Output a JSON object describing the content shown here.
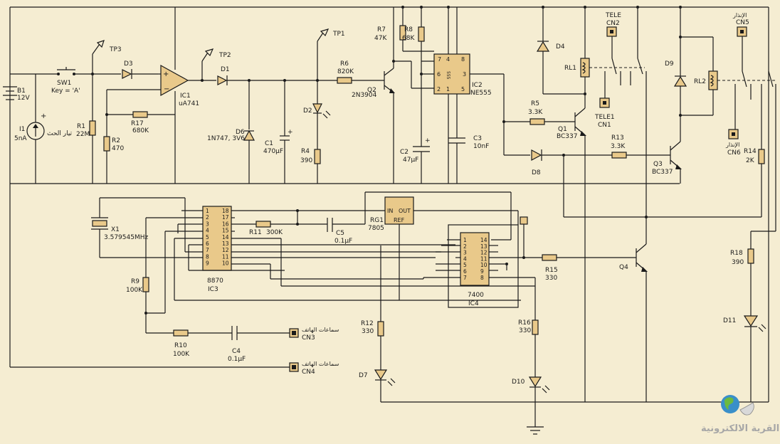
{
  "components": {
    "B1": {
      "ref": "B1",
      "value": "12V"
    },
    "I1": {
      "ref": "I1",
      "value": "5nA",
      "label": "تيار الحث"
    },
    "SW1": {
      "ref": "SW1",
      "value": "Key = 'A'"
    },
    "R1": {
      "ref": "R1",
      "value": "22M"
    },
    "R2": {
      "ref": "R2",
      "value": "470"
    },
    "R17": {
      "ref": "R17",
      "value": "680K"
    },
    "D3": {
      "ref": "D3"
    },
    "TP3": {
      "ref": "TP3"
    },
    "TP2": {
      "ref": "TP2"
    },
    "TP1": {
      "ref": "TP1"
    },
    "IC1": {
      "ref": "IC1",
      "value": "uA741"
    },
    "D1": {
      "ref": "D1"
    },
    "D6": {
      "ref": "D6",
      "value": "1N747, 3V6"
    },
    "C1": {
      "ref": "C1",
      "value": "470µF"
    },
    "D2": {
      "ref": "D2"
    },
    "R4": {
      "ref": "R4",
      "value": "390"
    },
    "R6": {
      "ref": "R6",
      "value": "820K"
    },
    "Q2": {
      "ref": "Q2",
      "value": "2N3904"
    },
    "R7": {
      "ref": "R7",
      "value": "47K"
    },
    "R8": {
      "ref": "R8",
      "value": "68K"
    },
    "IC2": {
      "ref": "IC2",
      "value": "NE555",
      "chip": "555"
    },
    "C2": {
      "ref": "C2",
      "value": "47µF"
    },
    "C3": {
      "ref": "C3",
      "value": "10nF"
    },
    "D4": {
      "ref": "D4"
    },
    "RL1": {
      "ref": "RL1"
    },
    "CN2": {
      "ref": "CN2",
      "label": "TELE"
    },
    "CN1": {
      "ref": "CN1",
      "label": "TELE1"
    },
    "R5": {
      "ref": "R5",
      "value": "3.3K"
    },
    "Q1": {
      "ref": "Q1",
      "value": "BC337"
    },
    "D8": {
      "ref": "D8"
    },
    "R13": {
      "ref": "R13",
      "value": "3.3K"
    },
    "D9": {
      "ref": "D9"
    },
    "RL2": {
      "ref": "RL2"
    },
    "CN5": {
      "ref": "CN5",
      "label": "الإنذار"
    },
    "CN6": {
      "ref": "CN6",
      "label": "الإنذار"
    },
    "R14": {
      "ref": "R14",
      "value": "2K"
    },
    "Q3": {
      "ref": "Q3",
      "value": "BC337"
    },
    "X1": {
      "ref": "X1",
      "value": "3.579545MHz"
    },
    "IC3": {
      "ref": "IC3",
      "value": "8870"
    },
    "R11": {
      "ref": "R11",
      "value": "300K"
    },
    "C5": {
      "ref": "C5",
      "value": "0.1µF"
    },
    "RG1": {
      "ref": "RG1",
      "value": "7805",
      "in": "IN",
      "out": "OUT",
      "ref_pin": "REF"
    },
    "IC4": {
      "ref": "IC4",
      "value": "7400"
    },
    "R15": {
      "ref": "R15",
      "value": "330"
    },
    "Q4": {
      "ref": "Q4"
    },
    "R18": {
      "ref": "R18",
      "value": "390"
    },
    "D11": {
      "ref": "D11"
    },
    "R9": {
      "ref": "R9",
      "value": "100K"
    },
    "R10": {
      "ref": "R10",
      "value": "100K"
    },
    "C4": {
      "ref": "C4",
      "value": "0.1µF"
    },
    "CN3": {
      "ref": "CN3",
      "label": "سماعات الهاتف"
    },
    "CN4": {
      "ref": "CN4",
      "label": "سماعات الهاتف"
    },
    "R12": {
      "ref": "R12",
      "value": "330"
    },
    "D7": {
      "ref": "D7"
    },
    "R16": {
      "ref": "R16",
      "value": "330"
    },
    "D10": {
      "ref": "D10"
    }
  },
  "ic3_pins_left": [
    "1",
    "2",
    "3",
    "4",
    "5",
    "6",
    "7",
    "8",
    "9"
  ],
  "ic3_pins_right": [
    "18",
    "17",
    "16",
    "15",
    "14",
    "13",
    "12",
    "11",
    "10"
  ],
  "ic4_pins_left": [
    "1",
    "2",
    "3",
    "4",
    "5",
    "6",
    "7"
  ],
  "ic4_pins_right": [
    "14",
    "13",
    "12",
    "11",
    "10",
    "9",
    "8"
  ],
  "ic2_pins": {
    "p7": "7",
    "p4": "4",
    "p8": "8",
    "p6": "6",
    "p3": "3",
    "p2": "2",
    "p1": "1",
    "p5": "5"
  },
  "watermark": {
    "text": "القرية الالكترونية"
  },
  "colors": {
    "background": "#f5edd2",
    "wire": "#1a1a1a",
    "body": "#e9c98a",
    "watermark": "#b0b0b0"
  }
}
